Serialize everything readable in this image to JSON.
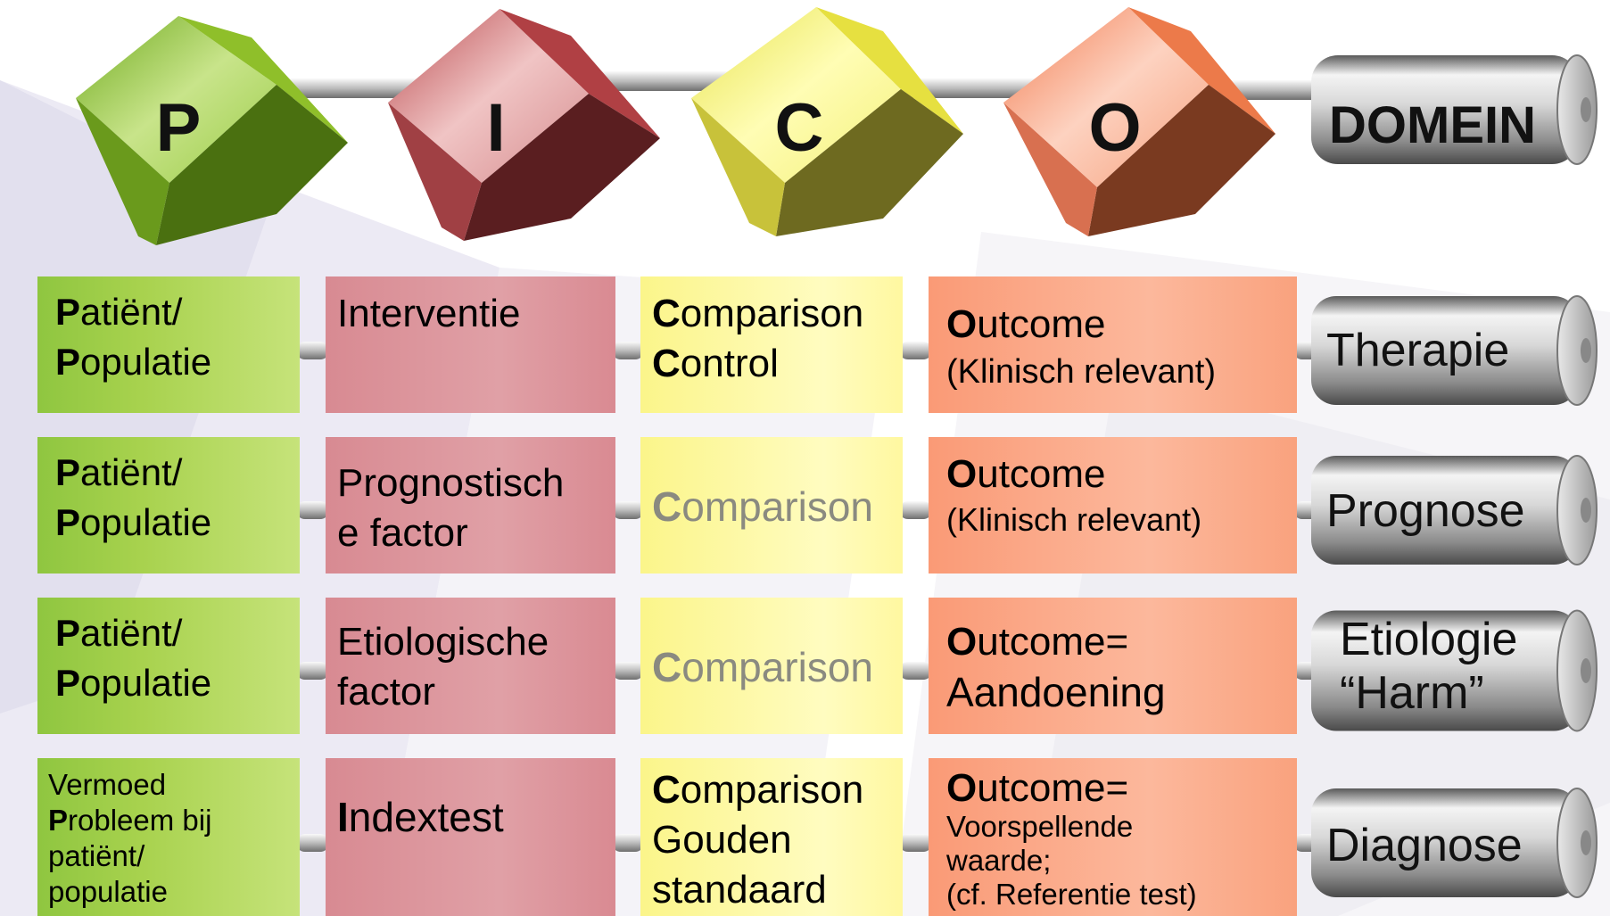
{
  "header": {
    "p": "P",
    "i": "I",
    "c": "C",
    "o": "O",
    "domein": "DOMEIN"
  },
  "colors": {
    "p": "#9dcb45",
    "i": "#c45a5e",
    "c": "#f5f27a",
    "o": "#f7986e",
    "domain_cylinder": "#b0b0b0"
  },
  "rows": [
    {
      "p": {
        "initial1": "P",
        "rest1": "atiënt/",
        "initial2": "P",
        "rest2": "opulatie"
      },
      "i": {
        "line1": "Interventie",
        "line2": ""
      },
      "c": {
        "initial1": "C",
        "rest1": "omparison",
        "initial2": "C",
        "rest2": "ontrol"
      },
      "o": {
        "initial": "O",
        "rest": "utcome",
        "sub": "(Klinisch relevant)"
      },
      "domain": {
        "line1": "Therapie",
        "line2": ""
      }
    },
    {
      "p": {
        "initial1": "P",
        "rest1": "atiënt/",
        "initial2": "P",
        "rest2": "opulatie"
      },
      "i": {
        "line1": "Prognostisch",
        "line2": "e factor"
      },
      "c": {
        "initial1": "C",
        "rest1": "omparison"
      },
      "o": {
        "initial": "O",
        "rest": "utcome",
        "sub": "(Klinisch relevant)"
      },
      "domain": {
        "line1": "Prognose",
        "line2": ""
      }
    },
    {
      "p": {
        "initial1": "P",
        "rest1": "atiënt/",
        "initial2": "P",
        "rest2": "opulatie"
      },
      "i": {
        "line1": "Etiologische",
        "line2": "factor"
      },
      "c": {
        "initial1": "C",
        "rest1": "omparison"
      },
      "o": {
        "initial": "O",
        "rest": "utcome=",
        "line2": "Aandoening"
      },
      "domain": {
        "line1": "Etiologie",
        "line2": "“Harm”"
      }
    },
    {
      "p": {
        "line1": "Vermoed",
        "initial2": "P",
        "rest2": "robleem bij",
        "line3": "patiënt/",
        "line4": "populatie"
      },
      "i": {
        "initial": "I",
        "rest": "ndextest"
      },
      "c": {
        "initial1": "C",
        "rest1": "omparison",
        "line2": "Gouden",
        "line3": "standaard"
      },
      "o": {
        "initial": "O",
        "rest": "utcome=",
        "line2": "Voorspellende",
        "line3": "waarde;",
        "line4": "(cf. Referentie test)"
      },
      "domain": {
        "line1": "Diagnose",
        "line2": ""
      }
    }
  ]
}
